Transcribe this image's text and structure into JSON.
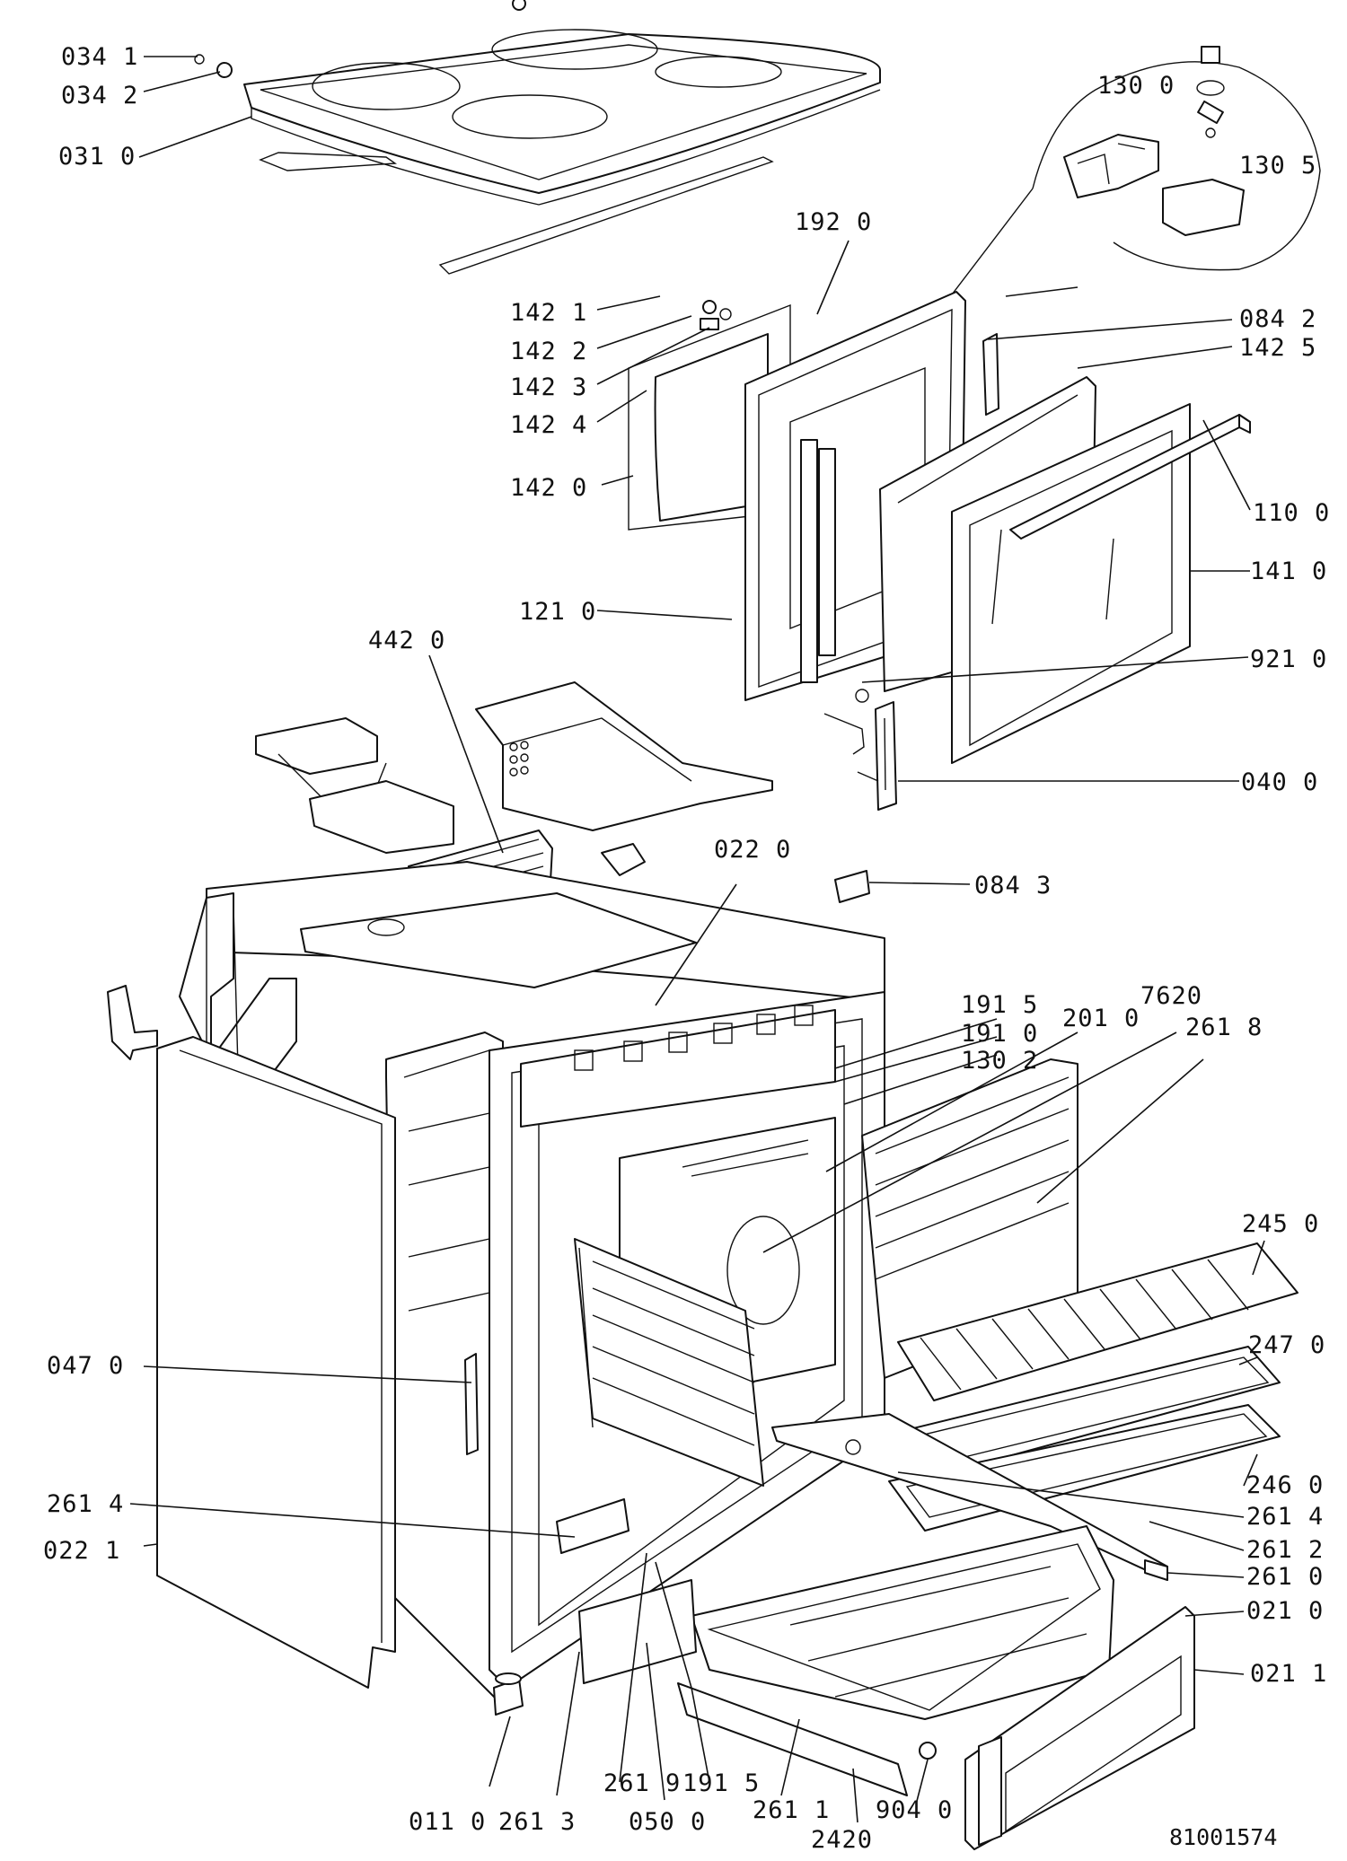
{
  "document_number": "81001574",
  "callouts": [
    {
      "id": "c0341",
      "text": "034 1"
    },
    {
      "id": "c0342",
      "text": "034 2"
    },
    {
      "id": "c0310",
      "text": "031 0"
    },
    {
      "id": "c1300",
      "text": "130 0"
    },
    {
      "id": "c1305",
      "text": "130 5"
    },
    {
      "id": "c1920",
      "text": "192 0"
    },
    {
      "id": "c1421",
      "text": "142 1"
    },
    {
      "id": "c1422",
      "text": "142 2"
    },
    {
      "id": "c1423",
      "text": "142 3"
    },
    {
      "id": "c1424",
      "text": "142 4"
    },
    {
      "id": "c1420",
      "text": "142 0"
    },
    {
      "id": "c0842",
      "text": "084 2"
    },
    {
      "id": "c1425",
      "text": "142 5"
    },
    {
      "id": "c1100",
      "text": "110 0"
    },
    {
      "id": "c1410",
      "text": "141 0"
    },
    {
      "id": "c1210",
      "text": "121 0"
    },
    {
      "id": "c9210",
      "text": "921 0"
    },
    {
      "id": "c4420",
      "text": "442 0"
    },
    {
      "id": "c0400",
      "text": "040 0"
    },
    {
      "id": "c0220",
      "text": "022 0"
    },
    {
      "id": "c0843",
      "text": "084 3"
    },
    {
      "id": "c1915a",
      "text": "191 5"
    },
    {
      "id": "c1910",
      "text": "191 0"
    },
    {
      "id": "c1302",
      "text": "130 2"
    },
    {
      "id": "c2010",
      "text": "201 0"
    },
    {
      "id": "c7620",
      "text": "7620"
    },
    {
      "id": "c2618",
      "text": "261 8"
    },
    {
      "id": "c2450",
      "text": "245 0"
    },
    {
      "id": "c2470",
      "text": "247 0"
    },
    {
      "id": "c0470",
      "text": "047 0"
    },
    {
      "id": "c2460",
      "text": "246 0"
    },
    {
      "id": "c2614a",
      "text": "261 4"
    },
    {
      "id": "c2614b",
      "text": "261 4"
    },
    {
      "id": "c2612",
      "text": "261 2"
    },
    {
      "id": "c0221",
      "text": "022 1"
    },
    {
      "id": "c2610",
      "text": "261 0"
    },
    {
      "id": "c0210",
      "text": "021 0"
    },
    {
      "id": "c0211",
      "text": "021 1"
    },
    {
      "id": "c2619",
      "text": "261 9"
    },
    {
      "id": "c1915b",
      "text": "191 5"
    },
    {
      "id": "c0110",
      "text": "011 0"
    },
    {
      "id": "c2613",
      "text": "261 3"
    },
    {
      "id": "c0500",
      "text": "050 0"
    },
    {
      "id": "c2611",
      "text": "261 1"
    },
    {
      "id": "c9040",
      "text": "904 0"
    },
    {
      "id": "c2420",
      "text": "2420"
    }
  ]
}
